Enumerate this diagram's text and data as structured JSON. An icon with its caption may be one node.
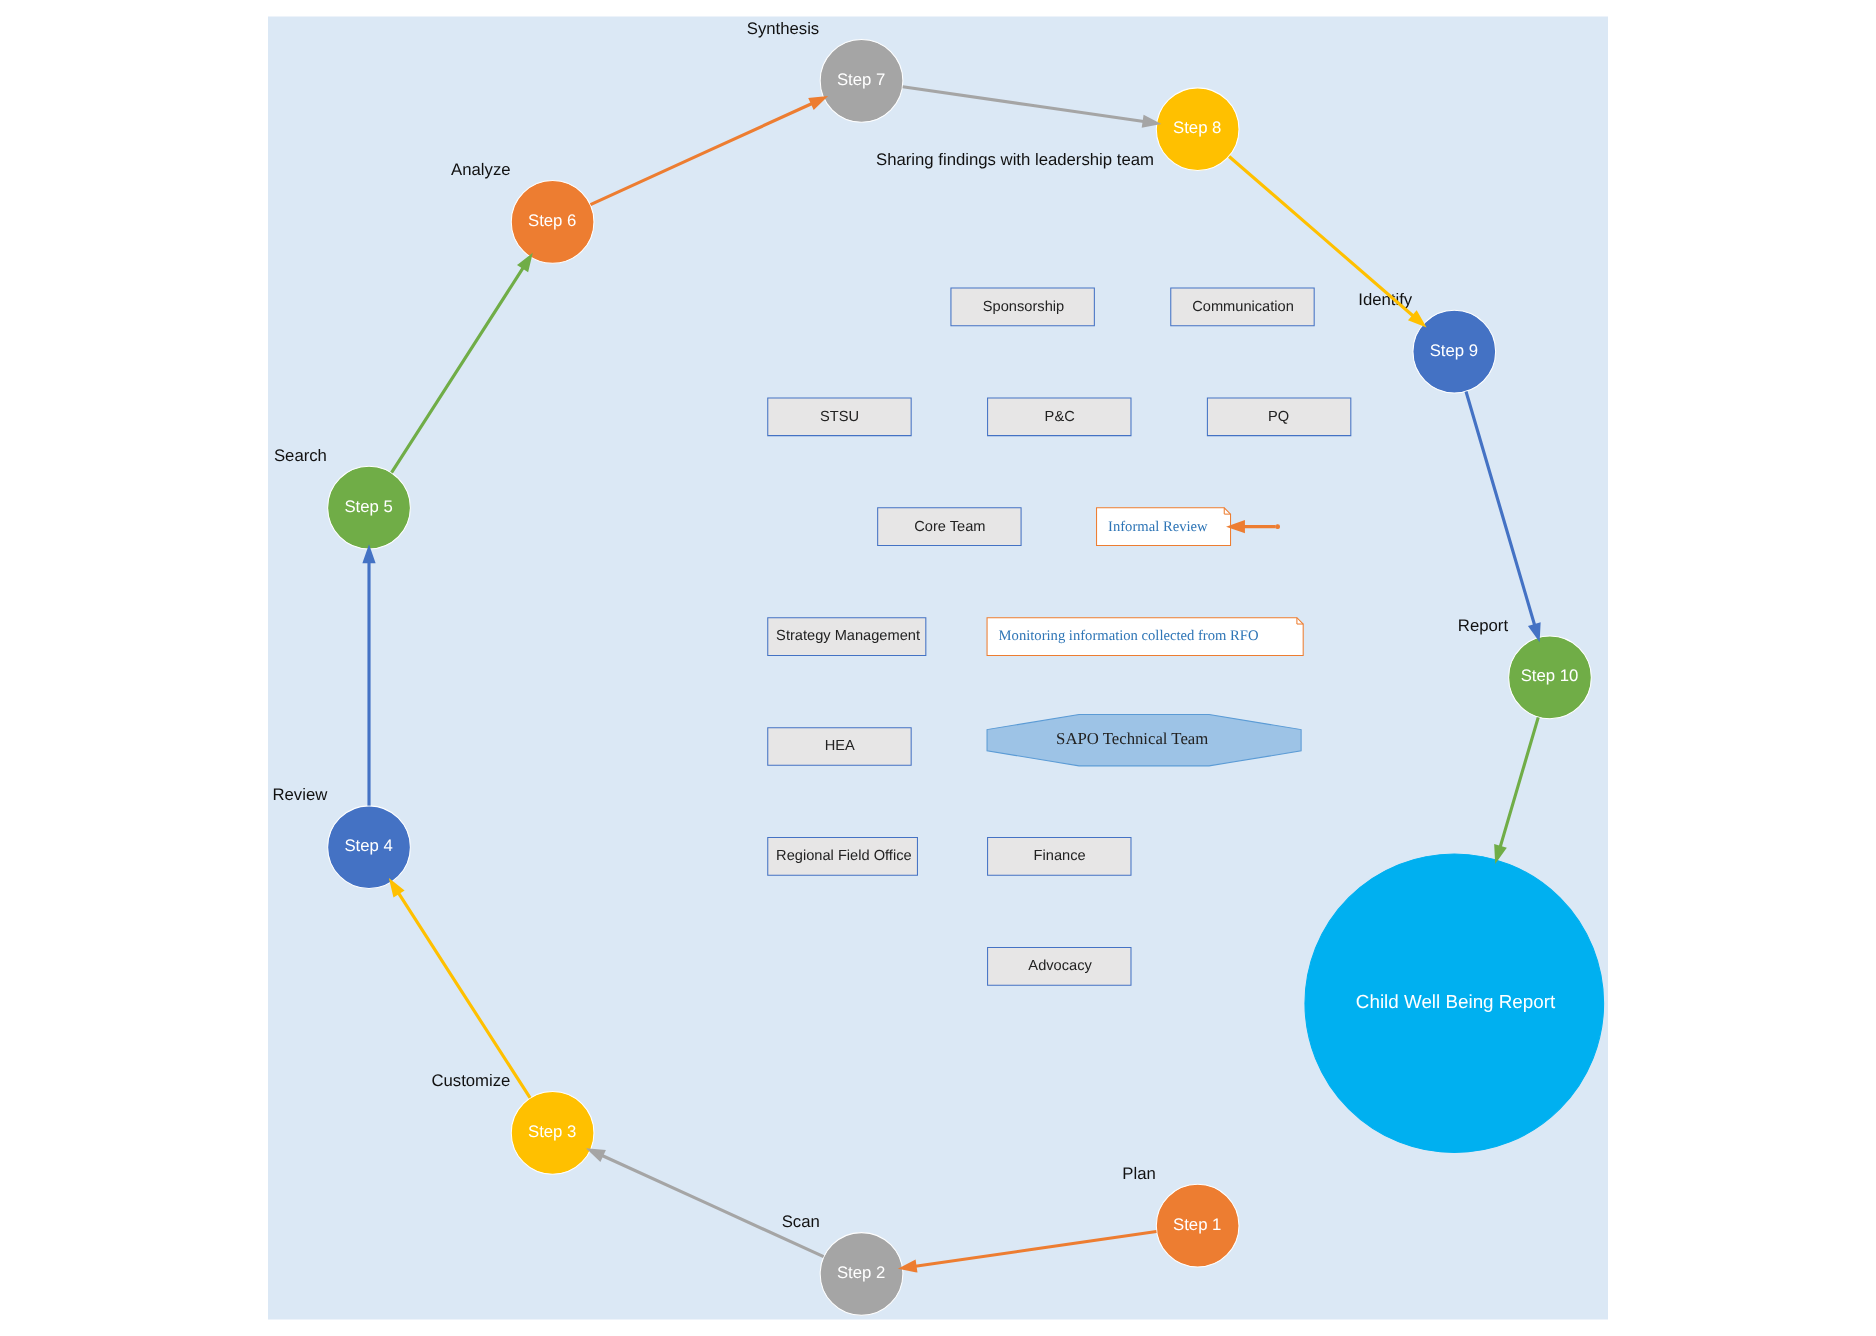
{
  "diagram": {
    "nodes": [
      {
        "text": [
          "Child Well Being Report"
        ]
      },
      {
        "text": [
          "Step 1"
        ],
        "beside": [
          "Plan"
        ]
      },
      {
        "text": [
          "Step 2"
        ],
        "beside": [
          "Scan"
        ]
      },
      {
        "text": [
          "Step 3"
        ],
        "beside": [
          "Customize"
        ]
      },
      {
        "text": [
          "Step 4"
        ],
        "beside": [
          "Review"
        ]
      },
      {
        "text": [
          "Monitoring information collected from RFO"
        ]
      },
      {
        "text": [
          "Step 5"
        ],
        "beside": [
          "Search"
        ]
      },
      {
        "text": [
          "Step 6"
        ],
        "beside": [
          "Analyze"
        ]
      },
      {
        "text": [
          "Step 7"
        ],
        "beside": [
          "Synthesis"
        ]
      },
      {
        "text": [
          "Step 8"
        ],
        "beside": [
          "Sharing findings with leadership team"
        ]
      },
      {
        "text": [
          "Step 9"
        ],
        "beside": [
          "Identify"
        ]
      },
      {
        "text": [
          "Step 10"
        ],
        "beside": [
          "Report"
        ]
      },
      {
        "text": [
          "Informal Review"
        ]
      },
      {
        "text": [
          "Core Team"
        ]
      },
      {
        "text": [
          "Finance"
        ]
      },
      {
        "text": [
          "PQ"
        ]
      },
      {
        "text": [
          "P&C"
        ]
      },
      {
        "text": [
          "STSU"
        ]
      },
      {
        "text": [
          "Strategy Management"
        ]
      },
      {
        "text": [
          "HEA"
        ]
      },
      {
        "text": [
          "Regional Field Office"
        ]
      },
      {
        "text": [
          "Advocacy"
        ]
      },
      {
        "text": [
          "SAPO Technical Team"
        ]
      },
      {
        "text": [
          "Communication"
        ]
      },
      {
        "text": [
          "Sponsorship"
        ]
      }
    ],
    "edges": [
      {
        "from": 1,
        "to": 2,
        "arrow": "to",
        "color": "#ed7d31"
      },
      {
        "from": 2,
        "to": 3,
        "arrow": "to",
        "color": "#a5a5a5"
      },
      {
        "from": 3,
        "to": 4,
        "arrow": "to",
        "color": "#ffc000"
      },
      {
        "from": 4,
        "to": 6,
        "arrow": "to",
        "color": "#4472c4"
      },
      {
        "from": 6,
        "to": 7,
        "arrow": "to",
        "color": "#70ad47"
      },
      {
        "from": 7,
        "to": 8,
        "arrow": "to",
        "color": "#ed7d31"
      },
      {
        "from": 8,
        "to": 9,
        "arrow": "to",
        "color": "#a5a5a5"
      },
      {
        "from": 9,
        "to": 10,
        "arrow": "to",
        "color": "#ffc000"
      },
      {
        "from": 10,
        "to": 11,
        "arrow": "to",
        "color": "#4472c4"
      },
      {
        "from": 11,
        "to": 0,
        "arrow": "to",
        "color": "#70ad47"
      },
      {
        "from": null,
        "to": 12,
        "arrow": "to",
        "color": "#ed7d31"
      }
    ]
  }
}
